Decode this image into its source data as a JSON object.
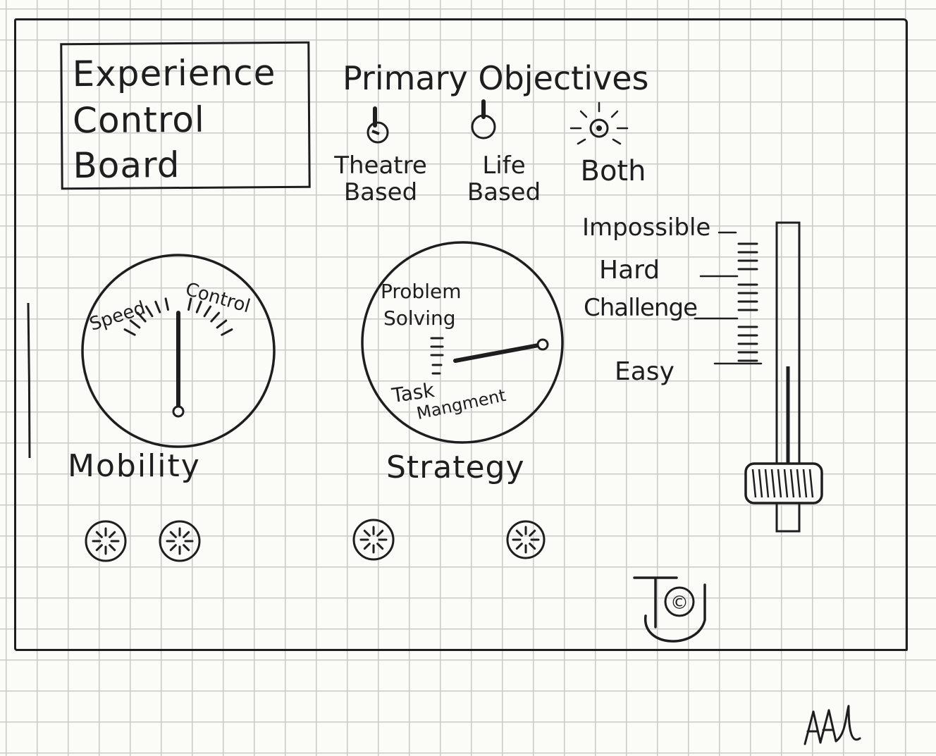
{
  "title": {
    "lines": [
      "Experience",
      "Control",
      "Board"
    ]
  },
  "objectives": {
    "heading": "Primary Objectives",
    "options": [
      {
        "label_1": "Theatre",
        "label_2": "Based",
        "icon": "toggle-down-icon"
      },
      {
        "label_1": "Life",
        "label_2": "Based",
        "icon": "toggle-up-icon"
      },
      {
        "label_1": "Both",
        "label_2": "",
        "icon": "lit-lamp-icon"
      }
    ]
  },
  "mobility_gauge": {
    "label": "Mobility",
    "left_label": "Speed",
    "right_label": "Control",
    "needle_position": 0.5
  },
  "strategy_gauge": {
    "label": "Strategy",
    "top_label_1": "Problem",
    "top_label_2": "Solving",
    "bottom_label_1": "Task",
    "bottom_label_2": "Mangment"
  },
  "difficulty_slider": {
    "levels": [
      "Impossible",
      "Hard",
      "Challenge",
      "Easy"
    ],
    "level": 0.0
  },
  "logo": {
    "letters": "TCJ",
    "symbol": "©"
  },
  "signature": "AAJ"
}
